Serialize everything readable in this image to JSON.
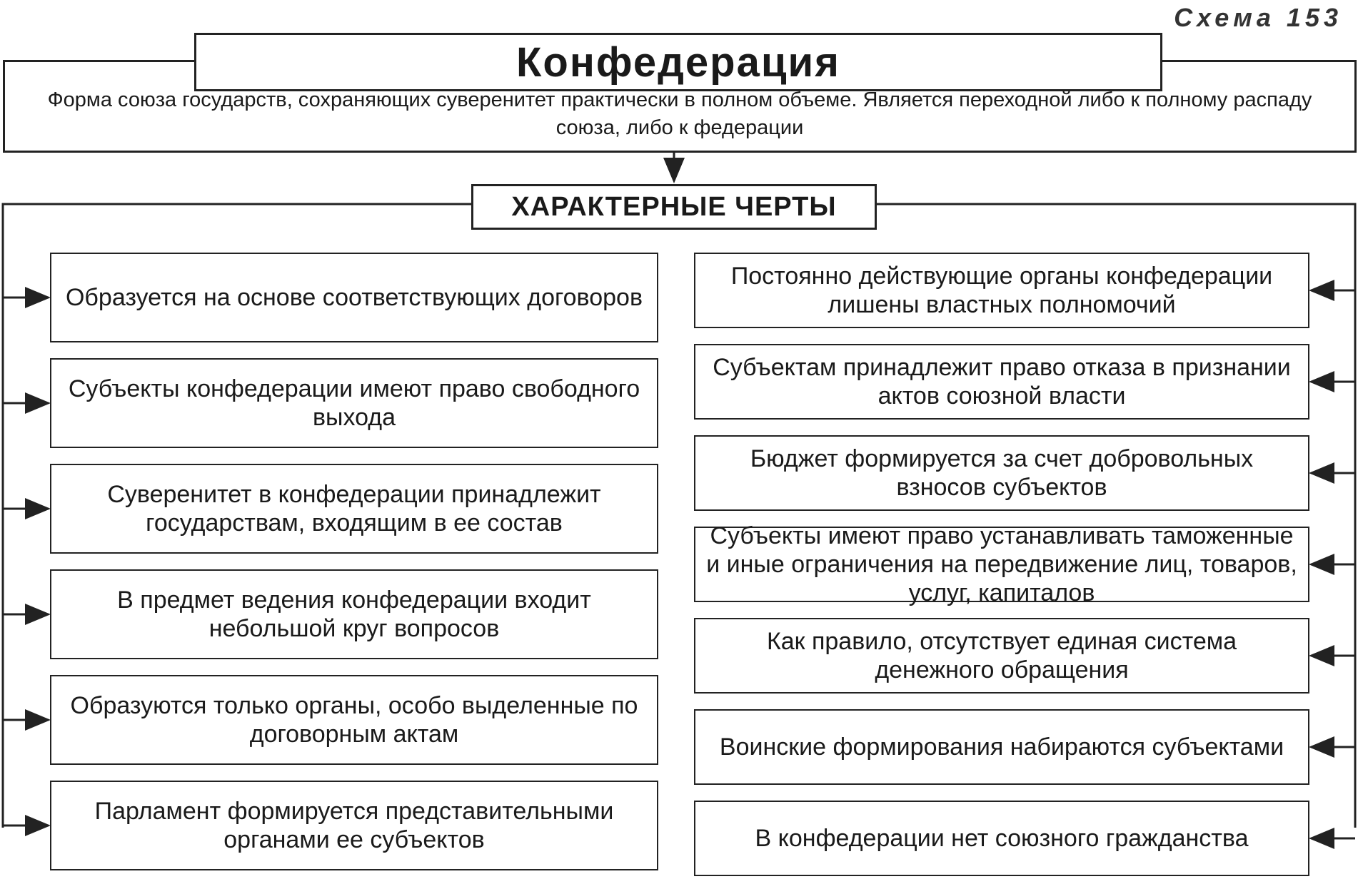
{
  "scheme_label": "Схема 153",
  "title": "Конфедерация",
  "definition": "Форма союза государств, сохраняющих суверенитет практически в полном объеме. Является переходной либо к полному распаду союза, либо к федерации",
  "features_title": "ХАРАКТЕРНЫЕ ЧЕРТЫ",
  "left_features": [
    "Образуется на основе соответствующих договоров",
    "Субъекты конфедерации имеют право свободного выхода",
    "Суверенитет в конфедерации принадлежит государствам, входящим в ее состав",
    "В предмет ведения конфедерации входит небольшой круг вопросов",
    "Образуются только органы, особо выделенные по договорным актам",
    "Парламент формируется представительными органами ее субъектов"
  ],
  "right_features": [
    "Постоянно действующие органы конфедерации лишены властных полномочий",
    "Субъектам принадлежит право отказа в признании актов союзной власти",
    "Бюджет формируется за счет добровольных взносов субъектов",
    "Субъекты имеют право устанавливать таможенные и иные ограничения на передвижение лиц, товаров, услуг, капиталов",
    "Как правило, отсутствует единая система денежного обращения",
    "Воинские формирования набираются субъектами",
    "В конфедерации нет союзного гражданства"
  ]
}
